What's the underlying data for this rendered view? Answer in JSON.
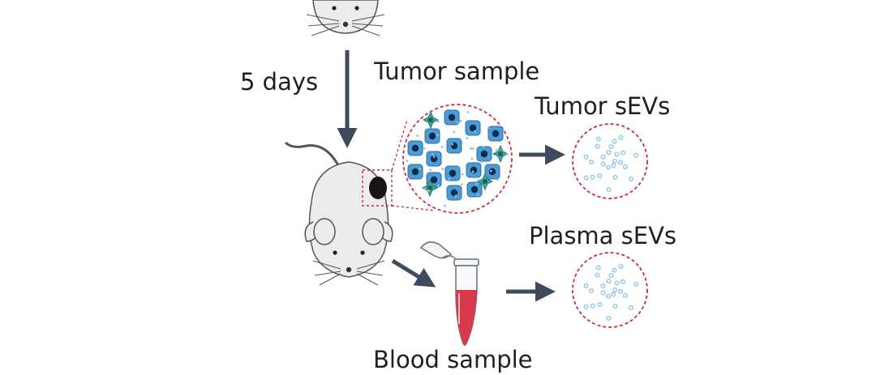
{
  "labels": {
    "days": "5 days",
    "tumor_sample": "Tumor sample",
    "tumor_sevs": "Tumor sEVs",
    "plasma_sevs": "Plasma sEVs",
    "blood_sample": "Blood sample"
  },
  "colors": {
    "arrow": "#3f4a5e",
    "dash": "#cc2b3b",
    "tumor_mass": "#1a1414",
    "cell_fill": "#4a9bd6",
    "cell_nucleus": "#0e2a45",
    "spiky_cell": "#3fa79e",
    "vesicle": "#8ec3e6",
    "blood": "#d9374a",
    "tube": "#f7f9fb"
  },
  "icons": [
    "mouse-top-icon",
    "mouse-tumor-icon",
    "tumor-zoom-icon",
    "tube-icon",
    "vesicle-circle-icon"
  ]
}
